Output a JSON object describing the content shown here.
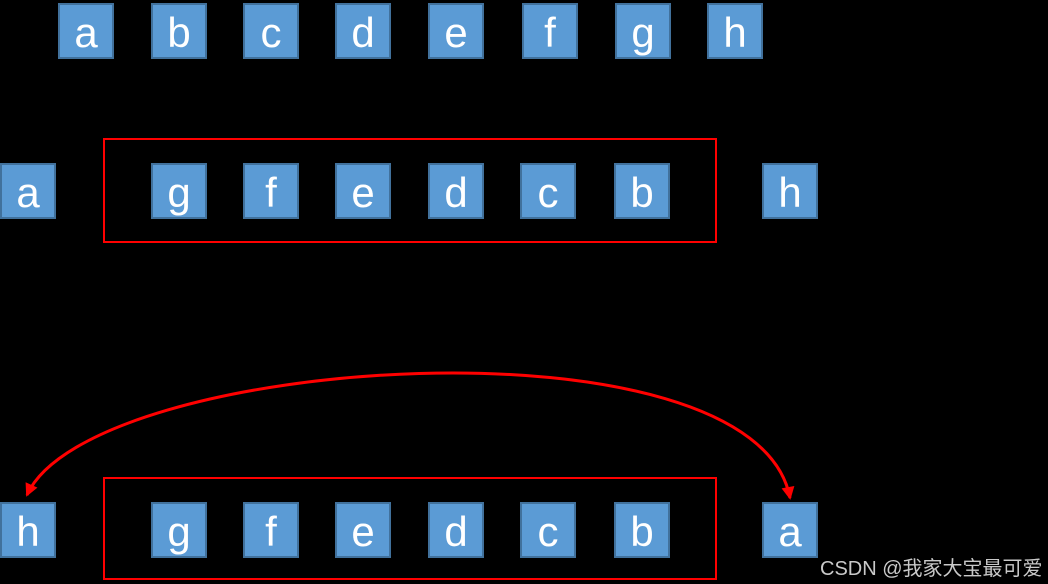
{
  "colors": {
    "background": "#000000",
    "box_fill": "#5B9BD5",
    "box_border": "#41719C",
    "letter_color": "#FFFFFF",
    "highlight_red": "#FF0000",
    "watermark_color": "#C9C9C9"
  },
  "rows": [
    {
      "cells": [
        "a",
        "b",
        "c",
        "d",
        "e",
        "f",
        "g",
        "h"
      ]
    },
    {
      "cells": [
        "a",
        "g",
        "f",
        "e",
        "d",
        "c",
        "b",
        "h"
      ]
    },
    {
      "cells": [
        "h",
        "g",
        "f",
        "e",
        "d",
        "c",
        "b",
        "a"
      ]
    }
  ],
  "icons": {
    "swap_arrow": "curved-double-headed-arrow"
  },
  "watermark": {
    "text": "CSDN @我家大宝最可爱"
  }
}
